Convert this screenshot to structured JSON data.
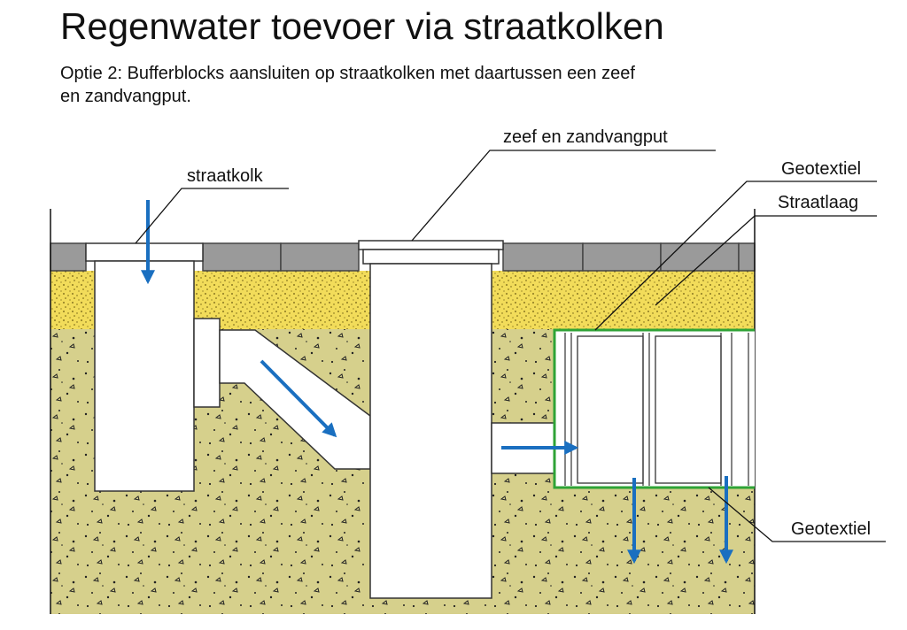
{
  "title": "Regenwater toevoer via straatkolken",
  "subtitle_line1": "Optie 2: Bufferblocks aansluiten op straatkolken met daartussen een zeef",
  "subtitle_line2": "en zandvangput.",
  "labels": {
    "straatkolk": "straatkolk",
    "zeef": "zeef en zandvangput",
    "geotextiel_top": "Geotextiel",
    "straatlaag": "Straatlaag",
    "geotextiel_bottom": "Geotextiel"
  },
  "colors": {
    "arrow": "#1a6fc0",
    "soil": "#d6d08c",
    "sand": "#f2dc5a",
    "paving": "#9a9a9a",
    "geotextile": "#2fa336"
  }
}
